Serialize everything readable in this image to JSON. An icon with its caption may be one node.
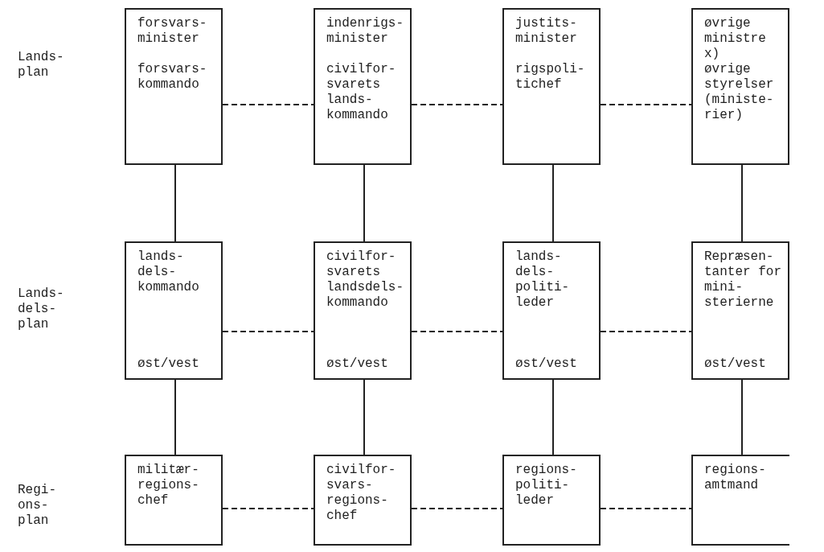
{
  "diagram": {
    "nodes": [
      {
        "text": [
          "forsvars- minister",
          "forsvars- kommando"
        ]
      },
      {
        "text": [
          "indenrigs- minister",
          "civilfor- svarets lands- kommando"
        ]
      },
      {
        "text": [
          "justits- minister",
          "rigspoli- tichef"
        ]
      },
      {
        "text": [
          "øvrige ministre x)",
          "øvrige styrelser (ministe- rier)"
        ]
      },
      {
        "text": [
          "lands- dels- kommando",
          "øst/vest"
        ]
      },
      {
        "text": [
          "civilfor- svarets landsdels- kommando",
          "øst/vest"
        ]
      },
      {
        "text": [
          "lands- dels- politi- leder",
          "øst/vest"
        ]
      },
      {
        "text": [
          "Repræsen- tanter for mini- sterierne",
          "øst/vest"
        ]
      },
      {
        "text": [
          "militær- regions- chef"
        ]
      },
      {
        "text": [
          "civilfor- svars- regions- chef"
        ]
      },
      {
        "text": [
          "regions- politi- leder"
        ]
      },
      {
        "text": [
          "regions- amtmand"
        ]
      }
    ],
    "edges": [
      {
        "from": 0,
        "to": 1,
        "arrow": "none",
        "style": "dashed"
      },
      {
        "from": 1,
        "to": 2,
        "arrow": "none",
        "style": "dashed"
      },
      {
        "from": 2,
        "to": 3,
        "arrow": "none",
        "style": "dashed"
      },
      {
        "from": 0,
        "to": 4,
        "arrow": "none"
      },
      {
        "from": 1,
        "to": 5,
        "arrow": "none"
      },
      {
        "from": 2,
        "to": 6,
        "arrow": "none"
      },
      {
        "from": 3,
        "to": 7,
        "arrow": "none"
      },
      {
        "from": 4,
        "to": 5,
        "arrow": "none",
        "style": "dashed"
      },
      {
        "from": 5,
        "to": 6,
        "arrow": "none",
        "style": "dashed"
      },
      {
        "from": 6,
        "to": 7,
        "arrow": "none",
        "style": "dashed"
      },
      {
        "from": 4,
        "to": 8,
        "arrow": "none"
      },
      {
        "from": 5,
        "to": 9,
        "arrow": "none"
      },
      {
        "from": 6,
        "to": 10,
        "arrow": "none"
      },
      {
        "from": 7,
        "to": 11,
        "arrow": "none"
      },
      {
        "from": 8,
        "to": 9,
        "arrow": "none",
        "style": "dashed"
      },
      {
        "from": 9,
        "to": 10,
        "arrow": "none",
        "style": "dashed"
      },
      {
        "from": 10,
        "to": 11,
        "arrow": "none",
        "style": "dashed"
      }
    ],
    "labels": [
      "Lands- plan",
      "Lands- dels- plan",
      "Regi- ons- plan"
    ]
  }
}
